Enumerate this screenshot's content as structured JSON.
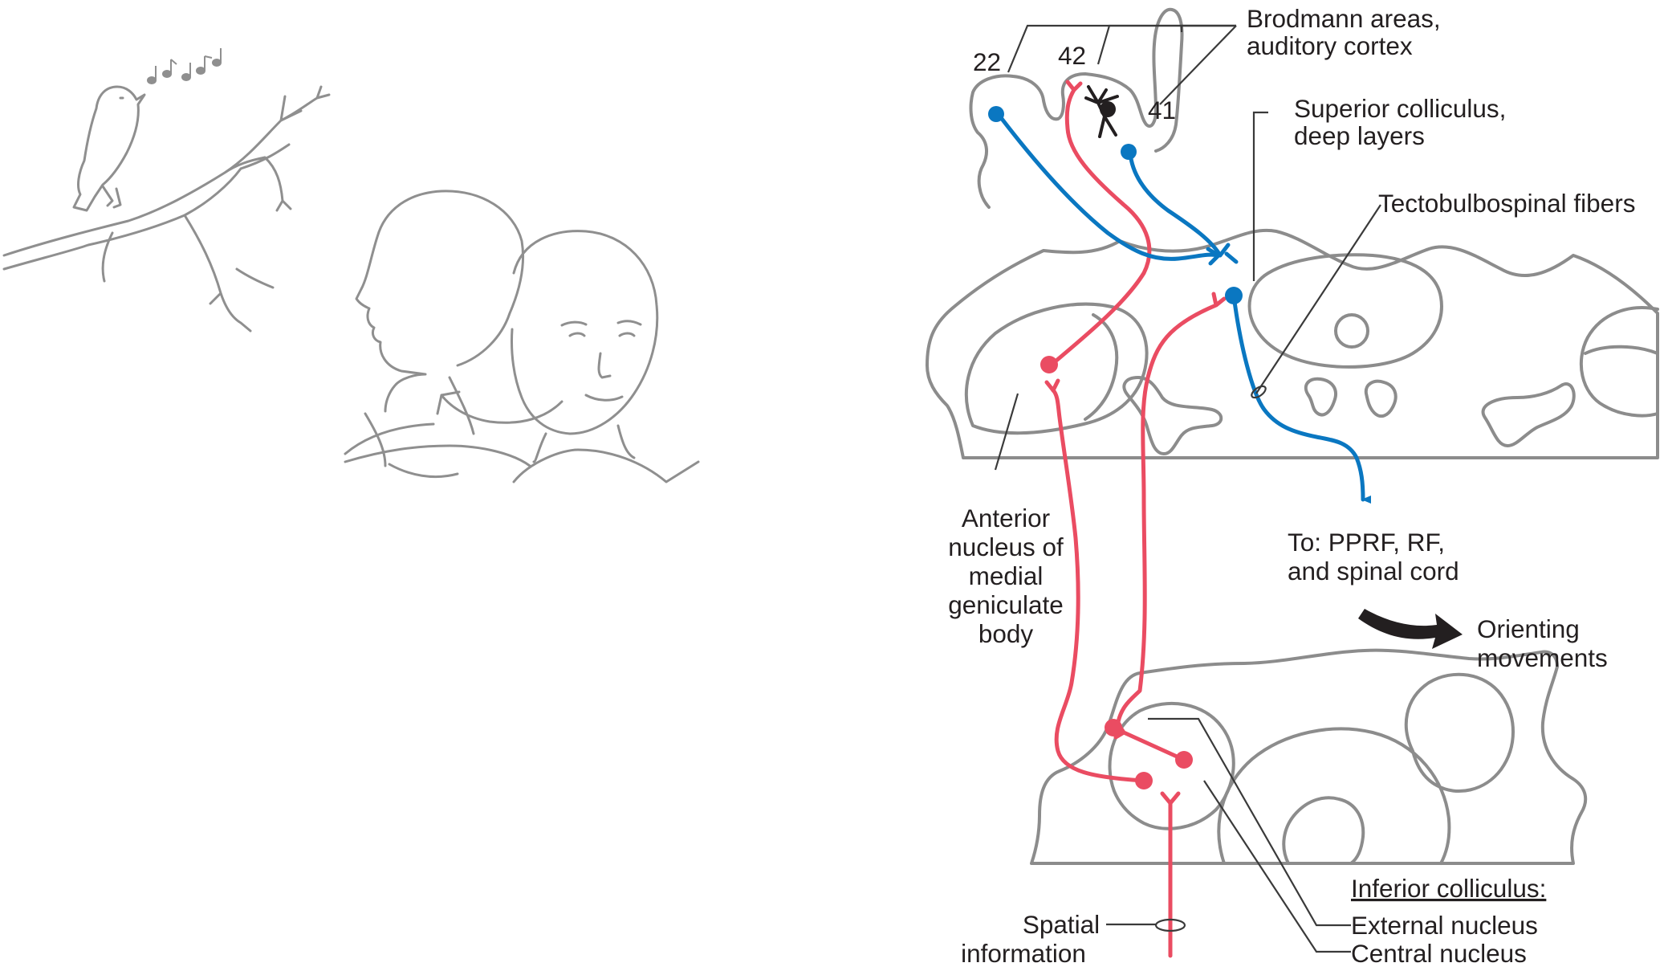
{
  "colors": {
    "auditory_pathway": "#ea4c62",
    "orienting_pathway": "#0a77c1",
    "cortical_interneuron": "#231f20",
    "anatomy_outline": "#8c8c8c"
  },
  "labels": {
    "brodmann_line1": "Brodmann areas,",
    "brodmann_line2": "auditory cortex",
    "area_22": "22",
    "area_42": "42",
    "area_41": "41",
    "superior_colliculus_line1": "Superior colliculus,",
    "superior_colliculus_line2": "deep layers",
    "tectobulbospinal": "Tectobulbospinal fibers",
    "mgb_line1": "Anterior",
    "mgb_line2": "nucleus of",
    "mgb_line3": "medial",
    "mgb_line4": "geniculate",
    "mgb_line5": "body",
    "targets_line1": "To: PPRF, RF,",
    "targets_line2": "and spinal cord",
    "orienting_line1": "Orienting",
    "orienting_line2": "movements",
    "inferior_colliculus": "Inferior colliculus:",
    "external_nucleus": "External nucleus",
    "central_nucleus": "Central nucleus",
    "spatial_line1": "Spatial",
    "spatial_line2": "information"
  },
  "illustrations": {
    "left_scene": "bird-singing-on-branch-icon",
    "middle_scene": "child-turning-head-toward-sound"
  }
}
